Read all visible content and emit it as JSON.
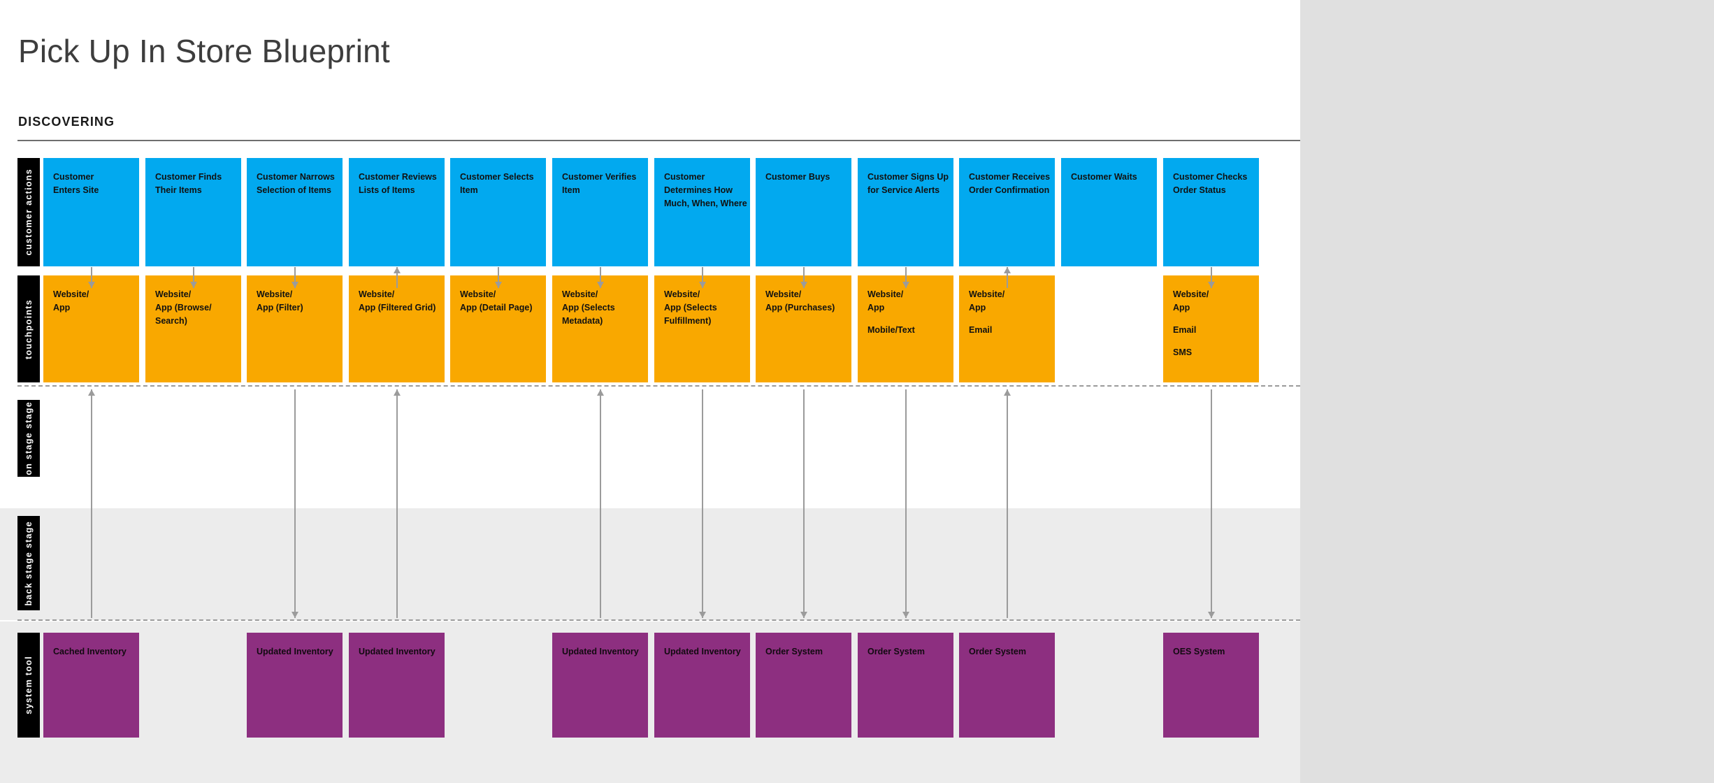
{
  "page": {
    "title": "Pick Up In Store Blueprint",
    "phase": "DISCOVERING"
  },
  "colors": {
    "customer_actions": "#02a9ef",
    "touchpoints": "#f9a800",
    "system_tool": "#8d2f80",
    "lane_tab": "#000000",
    "backstage_bg": "#ececec",
    "connector": "#9b9b9b",
    "page_bg": "#e0e0e0"
  },
  "lanes": [
    {
      "id": "customer-actions",
      "label": "customer actions"
    },
    {
      "id": "touchpoints",
      "label": "touchpoints"
    },
    {
      "id": "on-stage-stage",
      "label": "on stage stage"
    },
    {
      "id": "back-stage-stage",
      "label": "back stage stage"
    },
    {
      "id": "system-tool",
      "label": "system tool"
    }
  ],
  "chart_data": {
    "type": "table",
    "title": "Pick Up In Store Blueprint",
    "columns": 12,
    "rows": [
      "customer actions",
      "touchpoints",
      "on stage stage",
      "back stage stage",
      "system tool"
    ],
    "steps": [
      {
        "index": 1,
        "customer_action": [
          "Customer",
          "Enters Site"
        ],
        "touchpoint": [
          "Website/",
          "App"
        ],
        "system_tool": [
          "Cached Inventory"
        ],
        "arrow_action_to_touchpoint": "down",
        "arrow_stage_span": "up"
      },
      {
        "index": 2,
        "customer_action": [
          "Customer Finds",
          "Their Items"
        ],
        "touchpoint": [
          "Website/",
          "App (Browse/",
          "Search)"
        ],
        "system_tool": null,
        "arrow_action_to_touchpoint": "down",
        "arrow_stage_span": null
      },
      {
        "index": 3,
        "customer_action": [
          "Customer Narrows",
          "Selection of Items"
        ],
        "touchpoint": [
          "Website/",
          "App (Filter)"
        ],
        "system_tool": [
          "Updated Inventory"
        ],
        "arrow_action_to_touchpoint": "down",
        "arrow_stage_span": "down"
      },
      {
        "index": 4,
        "customer_action": [
          "Customer Reviews",
          "Lists of Items"
        ],
        "touchpoint": [
          "Website/",
          "App (Filtered Grid)"
        ],
        "system_tool": [
          "Updated Inventory"
        ],
        "arrow_action_to_touchpoint": "up",
        "arrow_stage_span": "up"
      },
      {
        "index": 5,
        "customer_action": [
          "Customer Selects",
          "Item"
        ],
        "touchpoint": [
          "Website/",
          "App (Detail Page)"
        ],
        "system_tool": null,
        "arrow_action_to_touchpoint": "down",
        "arrow_stage_span": null
      },
      {
        "index": 6,
        "customer_action": [
          "Customer Verifies",
          "Item"
        ],
        "touchpoint": [
          "Website/",
          "App (Selects",
          "Metadata)"
        ],
        "system_tool": [
          "Updated Inventory"
        ],
        "arrow_action_to_touchpoint": "down",
        "arrow_stage_span": "up"
      },
      {
        "index": 7,
        "customer_action": [
          "Customer",
          "Determines How",
          "Much, When, Where"
        ],
        "touchpoint": [
          "Website/",
          "App (Selects",
          "Fulfillment)"
        ],
        "system_tool": [
          "Updated Inventory"
        ],
        "arrow_action_to_touchpoint": "down",
        "arrow_stage_span": "down"
      },
      {
        "index": 8,
        "customer_action": [
          "Customer Buys"
        ],
        "touchpoint": [
          "Website/",
          "App (Purchases)"
        ],
        "system_tool": [
          "Order System"
        ],
        "arrow_action_to_touchpoint": "down",
        "arrow_stage_span": "down"
      },
      {
        "index": 9,
        "customer_action": [
          "Customer Signs Up",
          "for Service Alerts"
        ],
        "touchpoint": [
          "Website/",
          "App",
          "",
          "Mobile/Text"
        ],
        "system_tool": [
          "Order System"
        ],
        "arrow_action_to_touchpoint": "down",
        "arrow_stage_span": "down"
      },
      {
        "index": 10,
        "customer_action": [
          "Customer Receives",
          "Order Confirmation"
        ],
        "touchpoint": [
          "Website/",
          "App",
          "",
          "Email"
        ],
        "system_tool": [
          "Order System"
        ],
        "arrow_action_to_touchpoint": "up",
        "arrow_stage_span": "up"
      },
      {
        "index": 11,
        "customer_action": [
          "Customer Waits"
        ],
        "touchpoint": null,
        "system_tool": null,
        "arrow_action_to_touchpoint": null,
        "arrow_stage_span": null
      },
      {
        "index": 12,
        "customer_action": [
          "Customer Checks",
          "Order Status"
        ],
        "touchpoint": [
          "Website/",
          "App",
          "",
          "Email",
          "",
          "SMS"
        ],
        "system_tool": [
          "OES System"
        ],
        "arrow_action_to_touchpoint": "down",
        "arrow_stage_span": "down"
      }
    ]
  }
}
